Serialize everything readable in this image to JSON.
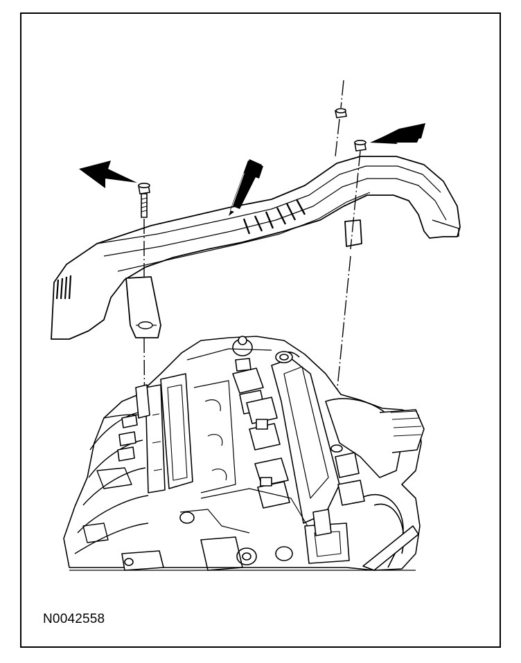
{
  "figure": {
    "id_label": "N0042558",
    "line_color": "#000000",
    "background": "#ffffff",
    "parts": {
      "engine_cover": "engine-cover",
      "engine": "engine-assembly",
      "fasteners": [
        "left-bolt",
        "right-bolt",
        "right-stud-nut"
      ],
      "arrows": [
        "left-bolt-arrow",
        "cover-arrow",
        "right-bolt-arrow"
      ]
    }
  }
}
